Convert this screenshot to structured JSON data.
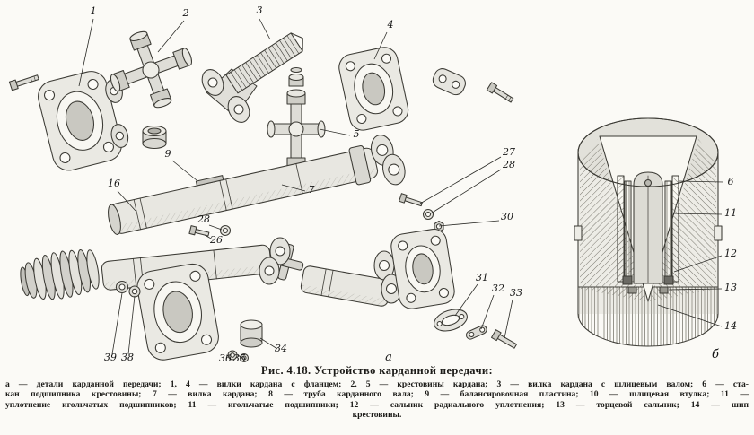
{
  "figure": {
    "title": "Рис. 4.18. Устройство карданной передачи:",
    "sublabel_left": "а",
    "sublabel_right": "б",
    "legend_lines": [
      "а — детали карданной передачи; 1, 4 — вилки кардана с фланцем; 2, 5 — крестовины кардана; 3 — вилка кардана с шлицевым валом; 6 — ста-",
      "кан подшипника крестовины; 7 — вилка кардана; 8 — труба карданного вала; 9 — балансировочная пластина; 10 — шлицевая втулка; 11 —",
      "уплотнение игольчатых подшипников; 11 — игольчатые подшипники; 12 — сальник радиального уплотнения; 13 — торцевой сальник; 14 — шип",
      "крестовины."
    ]
  },
  "callouts": {
    "main": [
      "1",
      "2",
      "3",
      "4",
      "5",
      "7",
      "9",
      "16",
      "26",
      "28",
      "27",
      "28",
      "30",
      "31",
      "32",
      "33",
      "34",
      "35",
      "36",
      "38",
      "39"
    ],
    "section": [
      "6",
      "11",
      "12",
      "13",
      "14"
    ]
  }
}
